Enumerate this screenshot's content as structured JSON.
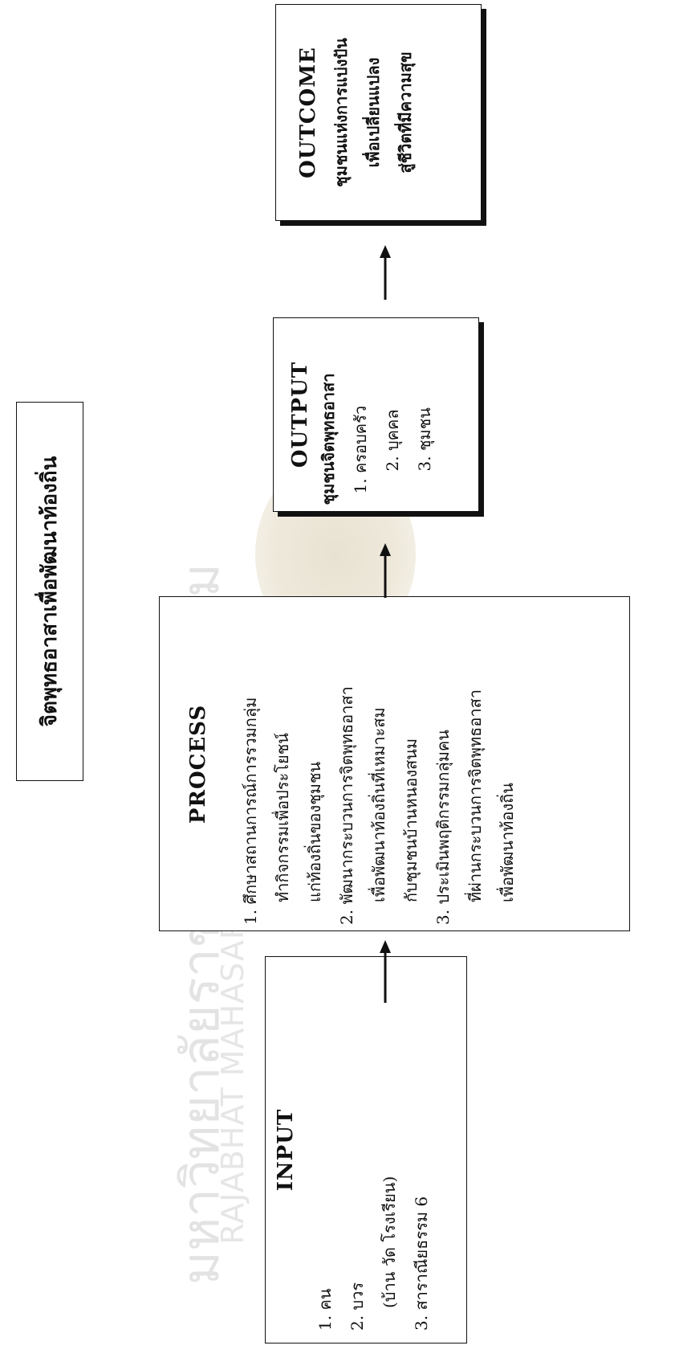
{
  "title": "จิตพุทธอาสาเพื่อพัฒนาท้องถิ่น",
  "input": {
    "heading": "INPUT",
    "items": [
      "1. คน",
      "2. บวร",
      "(บ้าน วัด โรงเรียน)",
      "3. สาราณียธรรม 6"
    ]
  },
  "process": {
    "heading": "PROCESS",
    "items": [
      "1. ศึกษาสถานการณ์การรวมกลุ่ม",
      "ทำกิจกรรมเพื่อประโยชน์",
      "แก่ท้องถิ่นของชุมชน",
      "2. พัฒนากระบวนการจิตพุทธอาสา",
      "เพื่อพัฒนาท้องถิ่นที่เหมาะสม",
      "กับชุมชนบ้านหนองสนม",
      "3. ประเมินพฤติกรรมกลุ่มคน",
      "ที่ผ่านกระบวนการจิตพุทธอาสา",
      "เพื่อพัฒนาท้องถิ่น"
    ]
  },
  "output": {
    "heading": "OUTPUT",
    "lead": "ชุมชนจิตพุทธอาสา",
    "items": [
      "1. ครอบครัว",
      "2. บุคคล",
      "3. ชุมชน"
    ]
  },
  "outcome": {
    "heading": "OUTCOME",
    "lines": [
      "ชุมชนแห่งการแบ่งปัน",
      "เพื่อเปลี่ยนแปลง",
      "สู่ชีวิตที่มีความสุข"
    ]
  },
  "watermark": {
    "thai": "มหาวิทยาลัยราชภัฏมหาสารคาม",
    "english": "RAJABHAT MAHASARAKHAM UNIVERSITY"
  }
}
